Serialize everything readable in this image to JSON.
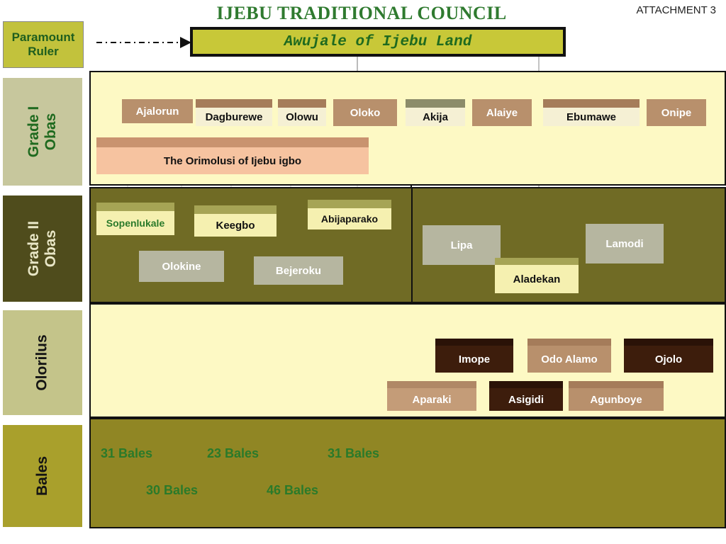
{
  "header": {
    "title": "IJEBU TRADITIONAL COUNCIL",
    "attachment": "ATTACHMENT   3"
  },
  "paramount": {
    "label": "Paramount\nRuler",
    "ruler": "Awujale of Ijebu Land"
  },
  "tiers": {
    "grade1": "Grade I\nObas",
    "grade2": "Grade II\nObas",
    "olorilus": "Olorilus",
    "bales": "Bales"
  },
  "grade1_obas": [
    "Ajalorun",
    "Dagburewe",
    "Olowu",
    "Oloko",
    "Akija",
    "Alaiye",
    "Ebumawe",
    "Onipe"
  ],
  "orimolusi": "The Orimolusi of Ijebu igbo",
  "grade2_obas": {
    "left": [
      "Sopenlukale",
      "Keegbo",
      "Abijaparako",
      "Olokine",
      "Bejeroku"
    ],
    "right": [
      "Lipa",
      "Lamodi",
      "Aladekan"
    ]
  },
  "olorilus": [
    "Imope",
    "Odo Alamo",
    "Ojolo",
    "Aparaki",
    "Asigidi",
    "Agunboye"
  ],
  "bales_counts": [
    "31 Bales",
    "23 Bales",
    "31 Bales",
    "30 Bales",
    "46 Bales"
  ],
  "colors": {
    "title_green": "#2f7a2f",
    "band_light": "#fdf9c4",
    "band_dark": "#706b25",
    "box_tan": "#b58f6d",
    "box_dark_brown": "#3d1d0c"
  }
}
